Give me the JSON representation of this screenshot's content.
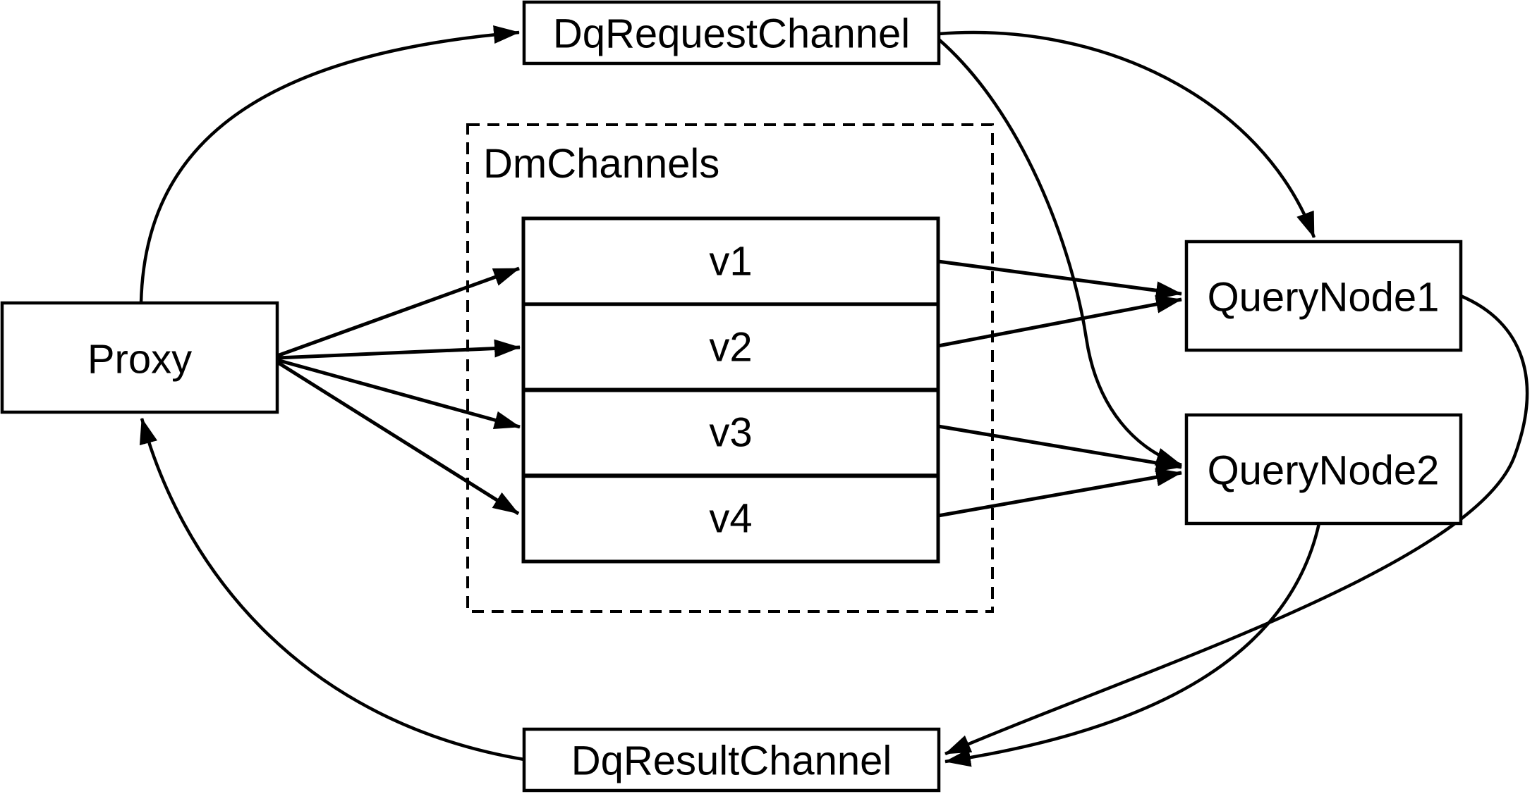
{
  "diagram": {
    "background": "#ffffff",
    "line_color": "#000000",
    "node_fill": "#ffffff",
    "nodes": {
      "proxy": {
        "label": "Proxy"
      },
      "dq_request_channel": {
        "label": "DqRequestChannel"
      },
      "dm_channels": {
        "label": "DmChannels",
        "channels": [
          {
            "label": "v1"
          },
          {
            "label": "v2"
          },
          {
            "label": "v3"
          },
          {
            "label": "v4"
          }
        ]
      },
      "query_node_1": {
        "label": "QueryNode1"
      },
      "query_node_2": {
        "label": "QueryNode2"
      },
      "dq_result_channel": {
        "label": "DqResultChannel"
      }
    },
    "edges": [
      {
        "from": "Proxy",
        "to": "DqRequestChannel"
      },
      {
        "from": "Proxy",
        "to": "v1"
      },
      {
        "from": "Proxy",
        "to": "v2"
      },
      {
        "from": "Proxy",
        "to": "v3"
      },
      {
        "from": "Proxy",
        "to": "v4"
      },
      {
        "from": "v1",
        "to": "QueryNode1"
      },
      {
        "from": "v2",
        "to": "QueryNode1"
      },
      {
        "from": "v3",
        "to": "QueryNode2"
      },
      {
        "from": "v4",
        "to": "QueryNode2"
      },
      {
        "from": "DqRequestChannel",
        "to": "QueryNode1"
      },
      {
        "from": "DqRequestChannel",
        "to": "QueryNode2"
      },
      {
        "from": "QueryNode1",
        "to": "DqResultChannel"
      },
      {
        "from": "QueryNode2",
        "to": "DqResultChannel"
      },
      {
        "from": "DqResultChannel",
        "to": "Proxy"
      }
    ]
  }
}
